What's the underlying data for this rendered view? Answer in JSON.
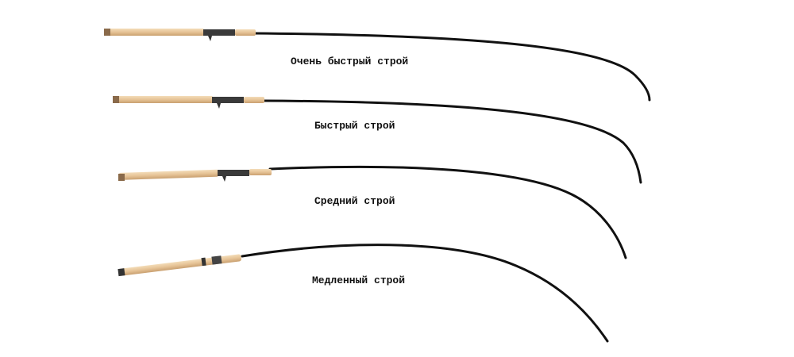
{
  "rods": [
    {
      "label": "Очень быстрый строй",
      "type": "casting"
    },
    {
      "label": "Быстрый строй",
      "type": "casting"
    },
    {
      "label": "Средний строй",
      "type": "casting"
    },
    {
      "label": "Медленный строй",
      "type": "spinning"
    }
  ],
  "colors": {
    "cork": "#e8c9a0",
    "cork_dark": "#d9b184",
    "butt_cap": "#8a6a4a",
    "blank": "#111111",
    "reel_seat": "#3a3a3a"
  }
}
